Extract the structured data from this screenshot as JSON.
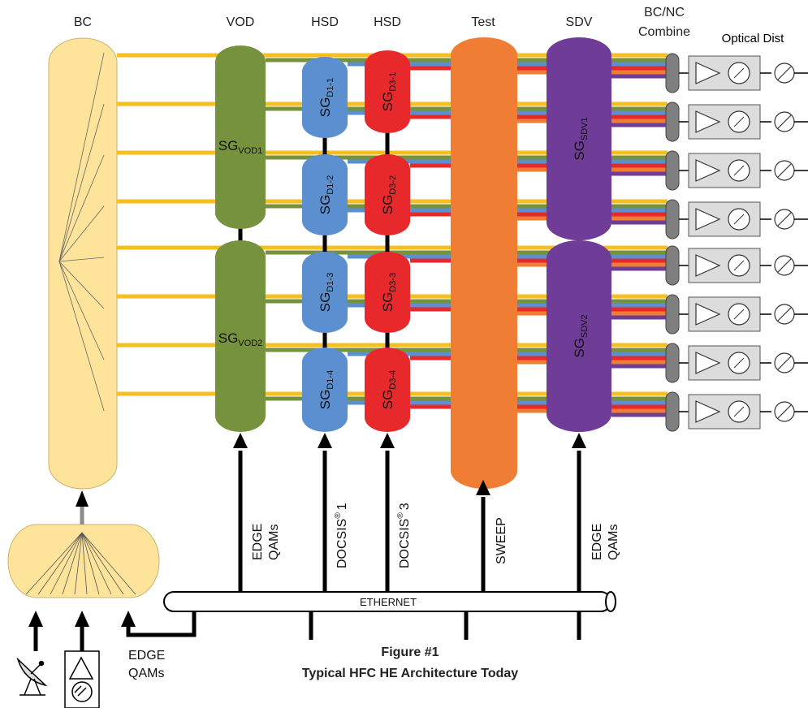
{
  "headers": {
    "bc": "BC",
    "vod": "VOD",
    "hsd1": "HSD",
    "hsd2": "HSD",
    "test": "Test",
    "sdv": "SDV",
    "combine_line1": "BC/NC",
    "combine_line2": "Combine",
    "optical": "Optical Dist"
  },
  "service_groups": {
    "vod1": {
      "main": "SG",
      "sub": "VOD1"
    },
    "vod2": {
      "main": "SG",
      "sub": "VOD2"
    },
    "d1_1": {
      "main": "SG",
      "sub": "D1-1"
    },
    "d1_2": {
      "main": "SG",
      "sub": "D1-2"
    },
    "d1_3": {
      "main": "SG",
      "sub": "D1-3"
    },
    "d1_4": {
      "main": "SG",
      "sub": "D1-4"
    },
    "d3_1": {
      "main": "SG",
      "sub": "D3-1"
    },
    "d3_2": {
      "main": "SG",
      "sub": "D3-2"
    },
    "d3_3": {
      "main": "SG",
      "sub": "D3-3"
    },
    "d3_4": {
      "main": "SG",
      "sub": "D3-4"
    },
    "sdv1": {
      "main": "SG",
      "sub": "SDV1"
    },
    "sdv2": {
      "main": "SG",
      "sub": "SDV2"
    }
  },
  "inputs": {
    "vod_line1": "EDGE",
    "vod_line2": "QAMs",
    "docsis1": "DOCSIS",
    "docsis1_suffix": "1",
    "docsis3": "DOCSIS",
    "docsis3_suffix": "3",
    "reg_mark": "®",
    "sweep": "SWEEP",
    "sdv_line1": "EDGE",
    "sdv_line2": "QAMs",
    "bc_edge_line1": "EDGE",
    "bc_edge_line2": "QAMs"
  },
  "bus": {
    "label": "ETHERNET"
  },
  "caption": {
    "line1": "Figure #1",
    "line2": "Typical HFC HE Architecture Today"
  },
  "colors": {
    "bc": "#fde49a",
    "vod": "#77923c",
    "hsd1": "#5b8fcf",
    "hsd2": "#e8292b",
    "test": "#ef7d33",
    "sdv": "#6f3c97",
    "combine": "#7f7f7f",
    "node": "#dcdcdc"
  }
}
